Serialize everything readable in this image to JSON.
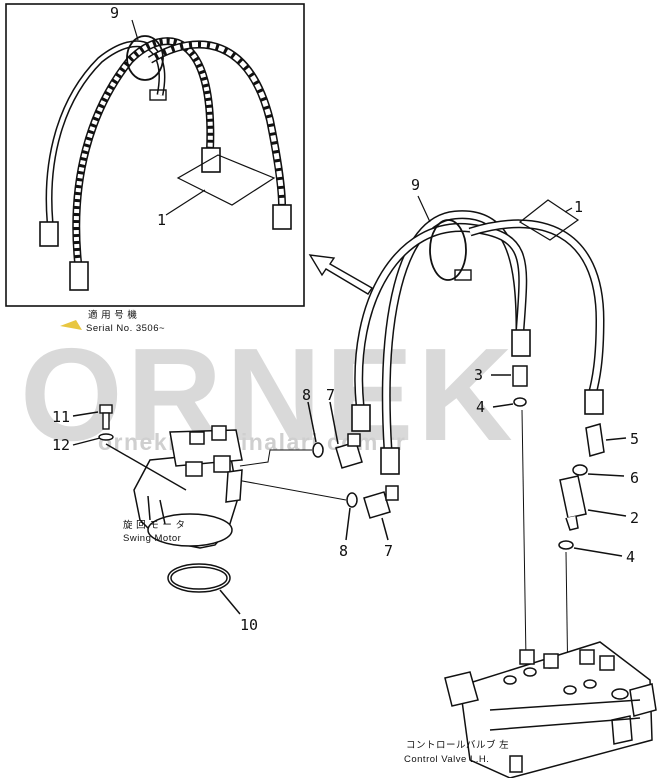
{
  "watermark": {
    "brand": "ORNEK",
    "url": "ornekismakinalari.com.tr"
  },
  "inset": {
    "serial_caption_jp": "適 用 号 機",
    "serial_caption_en": "Serial No. 3506~"
  },
  "captions": {
    "swing_motor_jp": "旋 回 モ ー タ",
    "swing_motor_en": "Swing Motor",
    "control_valve_jp": "コントロールバルブ  左",
    "control_valve_en": "Control Valve  L.H."
  },
  "callouts": {
    "inset_hose": "1",
    "inset_band": "9",
    "main_hose": "1",
    "main_band": "9",
    "part_2": "2",
    "part_3": "3",
    "part_4_upper": "4",
    "part_4_lower": "4",
    "part_5": "5",
    "part_6": "6",
    "part_7_upper": "7",
    "part_7_lower": "7",
    "part_8_upper": "8",
    "part_8_lower": "8",
    "part_10": "10",
    "part_11": "11",
    "part_12": "12"
  }
}
